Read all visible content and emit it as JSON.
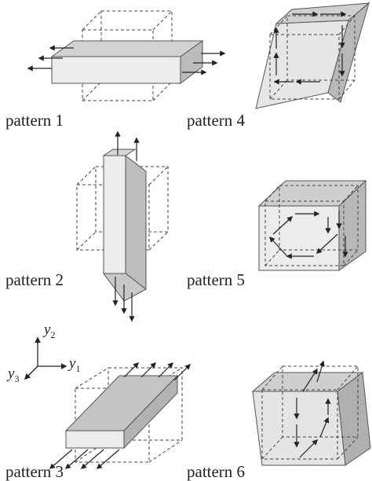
{
  "patterns": [
    {
      "id": 1,
      "label": "pattern 1"
    },
    {
      "id": 2,
      "label": "pattern 2"
    },
    {
      "id": 3,
      "label": "pattern 3"
    },
    {
      "id": 4,
      "label": "pattern 4"
    },
    {
      "id": 5,
      "label": "pattern 5"
    },
    {
      "id": 6,
      "label": "pattern 6"
    }
  ],
  "axes": {
    "y1": {
      "symbol": "y",
      "index": "1"
    },
    "y2": {
      "symbol": "y",
      "index": "2"
    },
    "y3": {
      "symbol": "y",
      "index": "3"
    }
  },
  "colors": {
    "face_front": "#ececec",
    "face_top": "#cfcfcf",
    "face_side": "#b9b9b9",
    "outline": "#555555",
    "dash": "#444444",
    "arrow": "#222222"
  }
}
